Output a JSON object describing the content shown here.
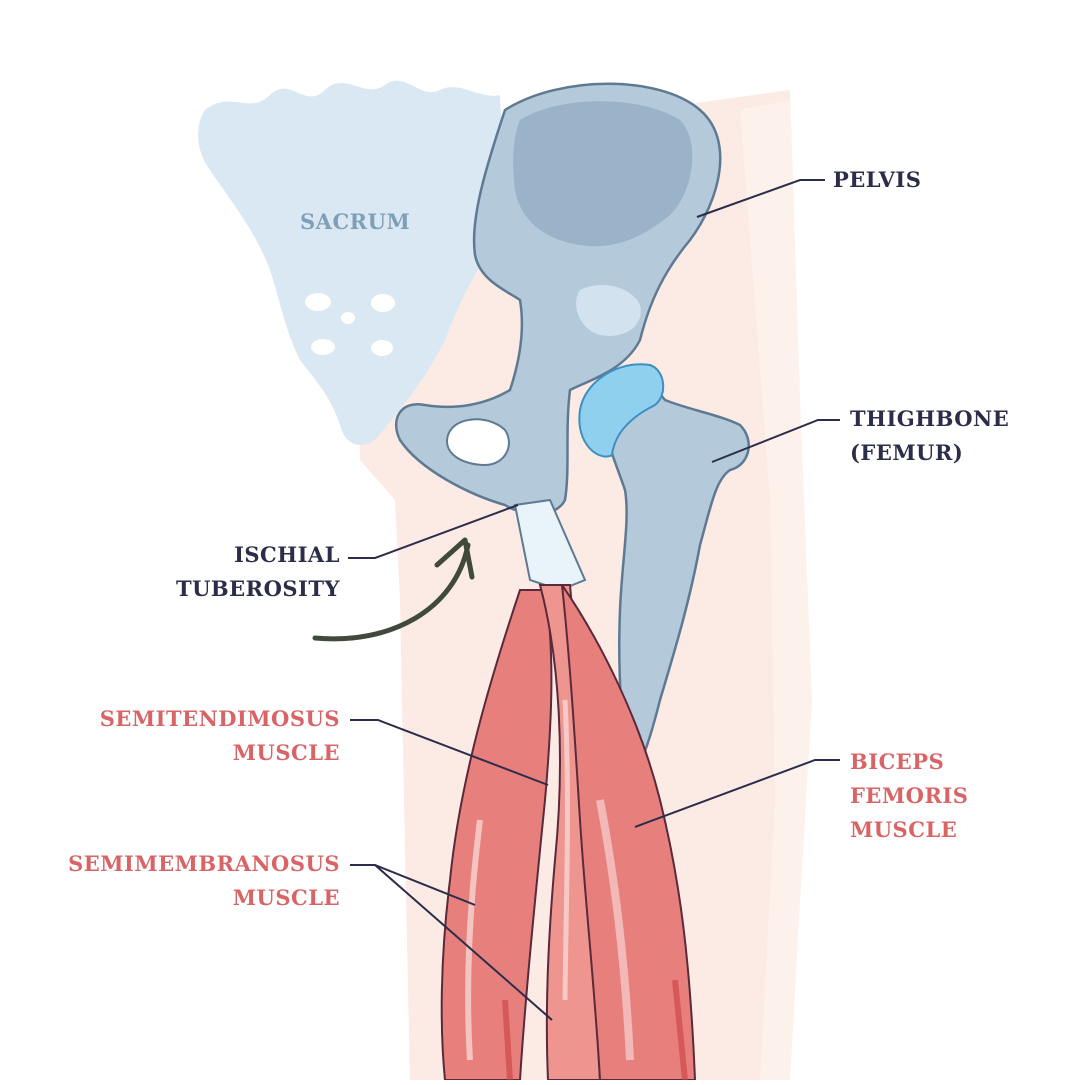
{
  "labels": {
    "pelvis": [
      "PELVIS"
    ],
    "sacrum": [
      "SACRUM"
    ],
    "thighbone": [
      "THIGHBONE",
      "(FEMUR)"
    ],
    "ischial": [
      "ISCHIAL",
      "TUBEROSITY"
    ],
    "semitendinosus": [
      "SEMITENDIMOSUS",
      "MUSCLE"
    ],
    "semimembranosus": [
      "SEMIMEMBRANOSUS",
      "MUSCLE"
    ],
    "biceps": [
      "BICEPS",
      "FEMORIS",
      "MUSCLE"
    ]
  },
  "colors": {
    "label_dark": "#2b2d4a",
    "label_red": "#d96466",
    "label_sacrum": "#7f9fb8",
    "bone": "#b4c9da",
    "bone_shade": "#8faac0",
    "muscle": "#e7807d",
    "muscle_dark": "#c9403f",
    "skin": "#fbe3dc",
    "sacrum_fill": "#d9e8f3",
    "cartilage": "#8fd0ee",
    "arrow": "#3f4a3c"
  }
}
